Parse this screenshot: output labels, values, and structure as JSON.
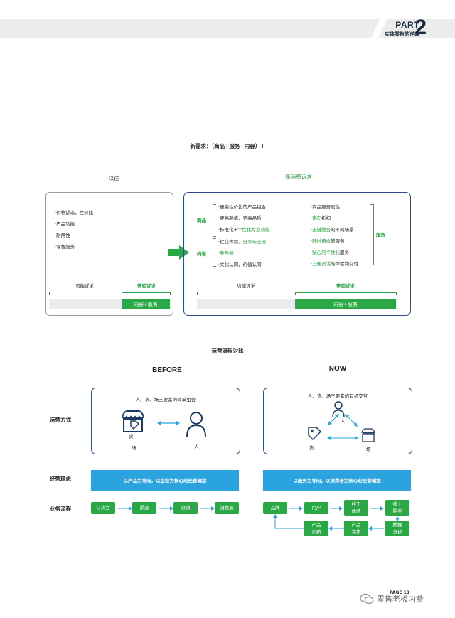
{
  "header": {
    "part_word": "PART",
    "part_number": "2",
    "part_subtitle": "实体零售的逆袭"
  },
  "section1": {
    "title": "新需求：（商品+服务+内容）+",
    "past_label": "以往",
    "new_label": "新消费诉求",
    "past_items": [
      "·价格诉求，性价比",
      "·产品功能",
      "·耐用性",
      "·零售服务"
    ],
    "goods_label": "商品",
    "goods_items": [
      {
        "pre": "·更高性价比的产品组合",
        "hl": "",
        "post": ""
      },
      {
        "pre": "·更高颜值，更高品质",
        "hl": "",
        "post": ""
      },
      {
        "pre": "·标准化+",
        "hl": "个性化专业功能",
        "post": ""
      }
    ],
    "content_label": "内容",
    "content_items": [
      {
        "pre": "·社交体验，",
        "hl": "分享与交流",
        "post": ""
      },
      {
        "pre": "·",
        "hl": "参与感",
        "post": ""
      },
      {
        "pre": "·文化认同，价值认同",
        "hl": "",
        "post": ""
      }
    ],
    "service_label": "服务",
    "service_items": [
      {
        "pre": "·商品服务属性",
        "hl": "",
        "post": ""
      },
      {
        "pre": "·",
        "hl": "定向",
        "post": "折扣"
      },
      {
        "pre": "·",
        "hl": "无缝融合",
        "post": "的不同场景"
      },
      {
        "pre": "·",
        "hl": "随时待命",
        "post": "的服务"
      },
      {
        "pre": "·",
        "hl": "贴心的个性化",
        "post": "服务"
      },
      {
        "pre": "·",
        "hl": "方便灵活",
        "post": "的体验和交付"
      }
    ],
    "function_appeal": "功能诉求",
    "experience_appeal": "体验诉求",
    "content_service": "内容+服务",
    "colors": {
      "green": "#2aa845",
      "navy": "#2b4f8a",
      "blue": "#2aa3de"
    }
  },
  "section2": {
    "title": "运营流程对比",
    "before": "BEFORE",
    "now": "NOW",
    "row_ops": "运营方式",
    "row_philosophy": "经营理念",
    "row_process": "业务流程",
    "before_ops_caption": "人、货、场三要素的简单组合",
    "now_ops_caption": "人、货、场三要素的有机交互",
    "label_goods": "货",
    "label_place": "场",
    "label_person": "人",
    "before_philosophy": "以产品为导向，以企业为核心的经营理念",
    "now_philosophy": "以服务为导向，以消费者为核心的经营理念",
    "before_flow": [
      "订货会",
      "渠道",
      "分销",
      "消费者"
    ],
    "now_flow_top": [
      "品牌",
      "用户",
      "线下\n体验",
      "线上\n购买"
    ],
    "now_flow_bottom": [
      "产品\n创新",
      "产品\n决策",
      "数据\n分析"
    ]
  },
  "footer": {
    "page": "PAGE 13",
    "watermark": "零售老板内参"
  }
}
